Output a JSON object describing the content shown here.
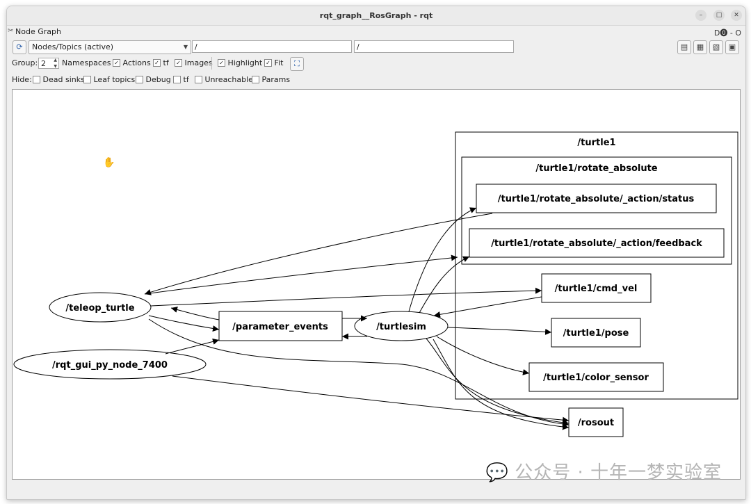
{
  "window": {
    "title": "rqt_graph__RosGraph - rqt"
  },
  "dock": {
    "title": "Node Graph",
    "right_text": "D⓿ - O"
  },
  "toolbar": {
    "graph_type": "Nodes/Topics (active)",
    "node_filter": "/",
    "topic_filter": "/"
  },
  "options": {
    "group_label": "Group:",
    "group_value": "2",
    "namespaces": "Namespaces",
    "actions": "Actions",
    "tf": "tf",
    "images": "Images",
    "highlight": "Highlight",
    "fit": "Fit",
    "actions_checked": true,
    "tf_checked": true,
    "images_checked": true,
    "highlight_checked": true,
    "fit_checked": true,
    "namespaces_checked": false
  },
  "hide": {
    "label": "Hide:",
    "dead_sinks": "Dead sinks",
    "leaf_topics": "Leaf topics",
    "debug": "Debug",
    "tf": "tf",
    "unreachable": "Unreachable",
    "params": "Params"
  },
  "graph": {
    "group_turtle1": "/turtle1",
    "group_rotate_absolute": "/turtle1/rotate_absolute",
    "topic_status": "/turtle1/rotate_absolute/_action/status",
    "topic_feedback": "/turtle1/rotate_absolute/_action/feedback",
    "topic_cmd_vel": "/turtle1/cmd_vel",
    "topic_pose": "/turtle1/pose",
    "topic_color_sensor": "/turtle1/color_sensor",
    "topic_rosout": "/rosout",
    "topic_parameter_events": "/parameter_events",
    "node_teleop_turtle": "/teleop_turtle",
    "node_turtlesim": "/turtlesim",
    "node_rqt_gui": "/rqt_gui_py_node_7400"
  },
  "watermark": "公众号 · 十年一梦实验室"
}
